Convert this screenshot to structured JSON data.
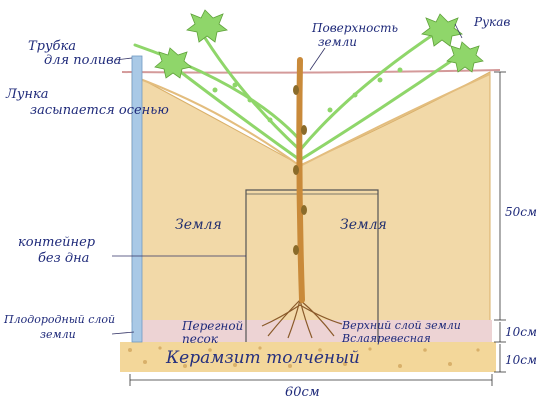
{
  "labels": {
    "tube_line1": "Трубка",
    "tube_line2": "для полива",
    "surface_line1": "Поверхность",
    "surface_line2": "земли",
    "sleeve": "Рукав",
    "hole_line1": "Лунка",
    "hole_line2": "засыпается осенью",
    "soil_left": "Земля",
    "soil_right": "Земля",
    "container_line1": "контейнер",
    "container_line2": "без дна",
    "fertile_line1": "Плодородный слой",
    "fertile_line2": "земли",
    "humus_line1": "Перегной",
    "humus_line2": "песок",
    "topsoil_line1": "Верхний слой земли",
    "topsoil_line2": "Вслаяревесная",
    "clay": "Керамзит толченый"
  },
  "dimensions": {
    "height_main": "50см",
    "height_mid": "10см",
    "height_bottom": "10см",
    "width": "60см"
  },
  "colors": {
    "soil_fill": "#f2d9a8",
    "soil_stroke": "#d9b06a",
    "clay_fill": "#f3d79a",
    "pink_layer": "#edd3d4",
    "tube": "#a9c9e6",
    "leaves": "#8fd66a",
    "trunk": "#c98a3a",
    "ink": "#1f2a7a"
  }
}
